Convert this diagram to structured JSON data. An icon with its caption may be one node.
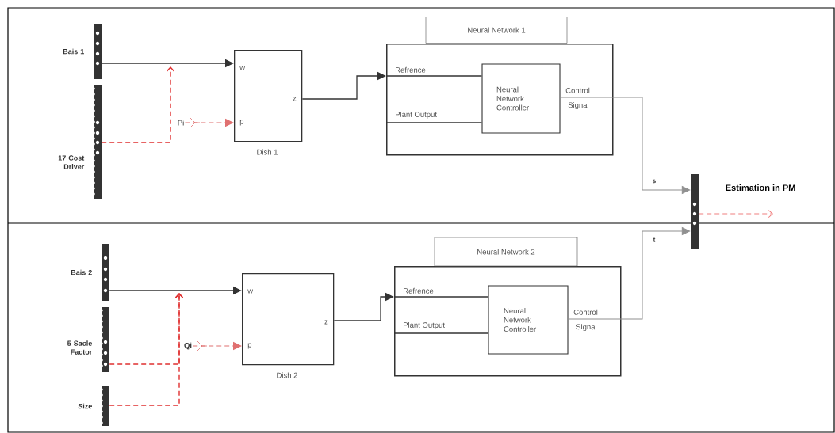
{
  "diagram": {
    "nodes": [
      {
        "text": [
          "Bais 1"
        ]
      },
      {
        "text": [
          "17 Cost Driver"
        ]
      },
      {
        "text": [
          "Pi"
        ]
      },
      {
        "text": [
          "w",
          "p",
          "z"
        ],
        "beside": [
          "Dish 1"
        ]
      },
      {
        "text": [
          "Neural Network 1",
          "Refrence",
          "Plant Output",
          "Control",
          "Signal"
        ]
      },
      {
        "text": [
          "Neural Network Controller"
        ],
        "in": 4
      },
      {
        "text": [
          "Estimation in PM"
        ]
      },
      {
        "text": [
          "Bais 2"
        ]
      },
      {
        "text": [
          "5 Sacle Factor"
        ]
      },
      {
        "text": [
          "Size"
        ]
      },
      {
        "text": [
          "Qi"
        ]
      },
      {
        "text": [
          "w",
          "p",
          "z"
        ],
        "beside": [
          "Dish 2"
        ]
      },
      {
        "text": [
          "Neural Network 2",
          "Refrence",
          "Plant Output",
          "Control",
          "Signal"
        ]
      },
      {
        "text": [
          "Neural Network Controller"
        ],
        "in": 12
      }
    ],
    "edges": [
      {
        "from": 0,
        "to": 3,
        "arrow": "to"
      },
      {
        "from": 1,
        "to": null,
        "arrow": "to",
        "style": "dashed",
        "color": "#e03030"
      },
      {
        "from": 2,
        "to": 3,
        "arrow": "to",
        "style": "dashed",
        "color": "#e07070"
      },
      {
        "from": 3,
        "to": 4,
        "arrow": "to"
      },
      {
        "from": 4,
        "to": 5,
        "arrow": "none"
      },
      {
        "from": 4,
        "to": 5,
        "arrow": "none"
      },
      {
        "from": 5,
        "to": 6,
        "arrow": "to",
        "label": "s",
        "color": "#909090"
      },
      {
        "from": 6,
        "to": null,
        "arrow": "to",
        "style": "dashed",
        "color": "#f08080"
      },
      {
        "from": 7,
        "to": 11,
        "arrow": "to"
      },
      {
        "from": 8,
        "to": null,
        "arrow": "to",
        "style": "dashed",
        "color": "#e03030"
      },
      {
        "from": 9,
        "to": null,
        "arrow": "to",
        "style": "dashed",
        "color": "#e03030"
      },
      {
        "from": 10,
        "to": 11,
        "arrow": "to",
        "style": "dashed",
        "color": "#e07070"
      },
      {
        "from": 11,
        "to": 12,
        "arrow": "to"
      },
      {
        "from": 12,
        "to": 13,
        "arrow": "none"
      },
      {
        "from": 12,
        "to": 13,
        "arrow": "none"
      },
      {
        "from": 13,
        "to": 6,
        "arrow": "to",
        "label": "t",
        "color": "#909090"
      }
    ]
  }
}
